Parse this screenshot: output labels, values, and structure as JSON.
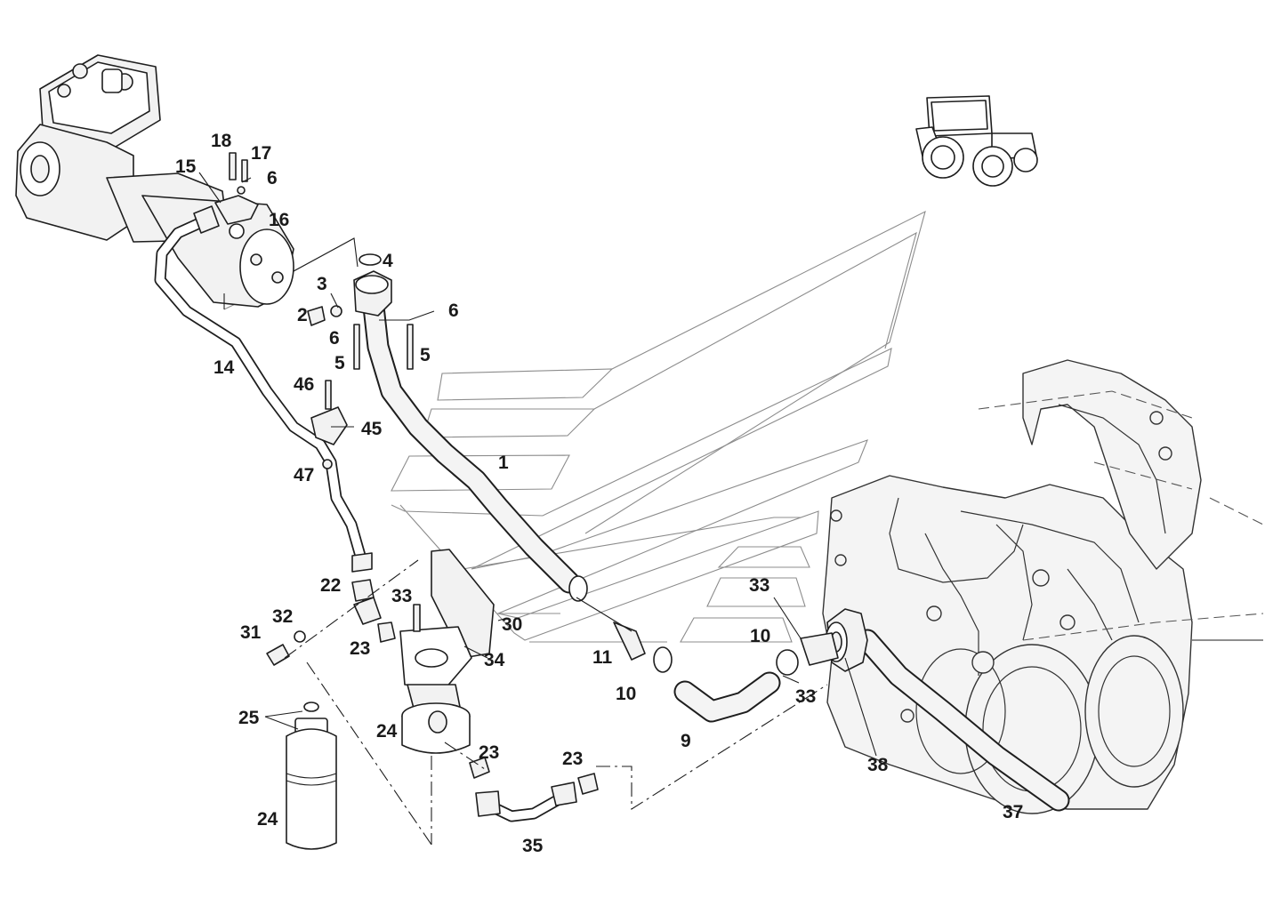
{
  "diagram": {
    "type": "exploded-parts-diagram",
    "callouts": [
      {
        "id": "c1",
        "text": "1"
      },
      {
        "id": "c2",
        "text": "2"
      },
      {
        "id": "c3",
        "text": "3"
      },
      {
        "id": "c4",
        "text": "4"
      },
      {
        "id": "c5a",
        "text": "5"
      },
      {
        "id": "c5b",
        "text": "5"
      },
      {
        "id": "c6a",
        "text": "6"
      },
      {
        "id": "c6b",
        "text": "6"
      },
      {
        "id": "c6c",
        "text": "6"
      },
      {
        "id": "c9",
        "text": "9"
      },
      {
        "id": "c10a",
        "text": "10"
      },
      {
        "id": "c10b",
        "text": "10"
      },
      {
        "id": "c11",
        "text": "11"
      },
      {
        "id": "c14",
        "text": "14"
      },
      {
        "id": "c15",
        "text": "15"
      },
      {
        "id": "c16",
        "text": "16"
      },
      {
        "id": "c17",
        "text": "17"
      },
      {
        "id": "c18",
        "text": "18"
      },
      {
        "id": "c22",
        "text": "22"
      },
      {
        "id": "c23a",
        "text": "23"
      },
      {
        "id": "c23b",
        "text": "23"
      },
      {
        "id": "c23c",
        "text": "23"
      },
      {
        "id": "c24a",
        "text": "24"
      },
      {
        "id": "c24b",
        "text": "24"
      },
      {
        "id": "c25",
        "text": "25"
      },
      {
        "id": "c30",
        "text": "30"
      },
      {
        "id": "c31",
        "text": "31"
      },
      {
        "id": "c32",
        "text": "32"
      },
      {
        "id": "c33a",
        "text": "33"
      },
      {
        "id": "c33b",
        "text": "33"
      },
      {
        "id": "c33c",
        "text": "33"
      },
      {
        "id": "c34",
        "text": "34"
      },
      {
        "id": "c35",
        "text": "35"
      },
      {
        "id": "c37",
        "text": "37"
      },
      {
        "id": "c38",
        "text": "38"
      },
      {
        "id": "c45",
        "text": "45"
      },
      {
        "id": "c46",
        "text": "46"
      },
      {
        "id": "c47",
        "text": "47"
      }
    ],
    "icons": [
      "tractor-icon",
      "air-compressor-icon",
      "engine-housing-icon"
    ]
  }
}
